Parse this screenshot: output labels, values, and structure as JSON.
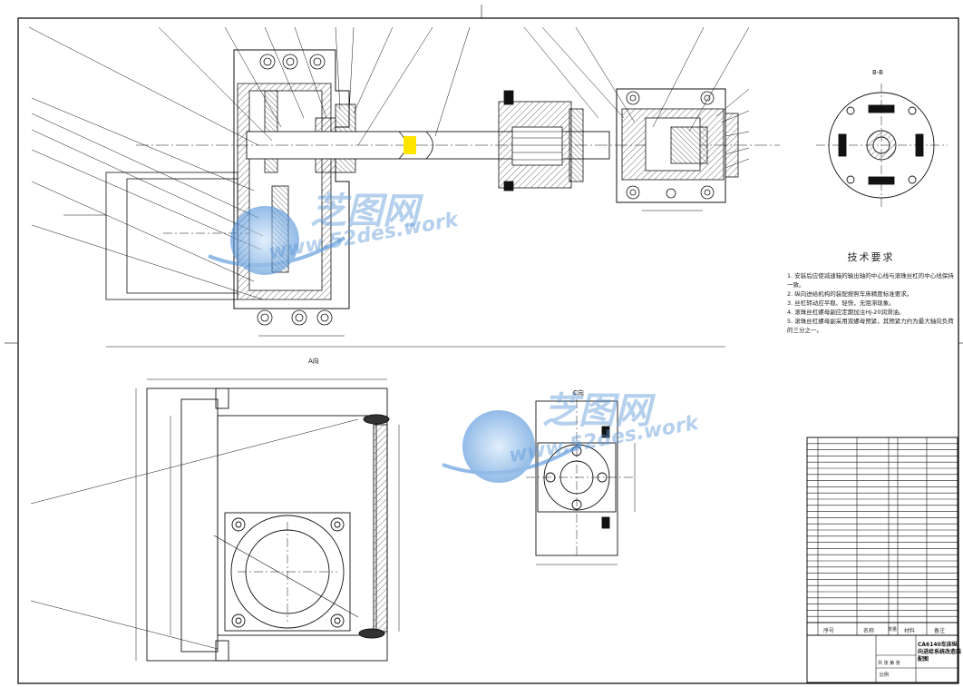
{
  "technical_requirements": {
    "title": "技术要求",
    "items": [
      "1. 安装后应使减速箱的输出轴的中心线与滚珠丝杠的中心线保持一致。",
      "2. 纵向进给机构的装配按照车床精度标准要求。",
      "3. 丝杠转动应平稳、轻快，无阻滞现象。",
      "4. 滚珠丝杠螺母副应定期加注HJ-20润滑油。",
      "5. 滚珠丝杠螺母副采用双螺母预紧，其预紧力约为最大轴向负荷的三分之一。"
    ]
  },
  "views": {
    "view_a": "A向",
    "view_c": "C向",
    "view_b": "B-B"
  },
  "bom_header": {
    "seq": "序号",
    "name": "名称",
    "qty": "数量",
    "material": "材料",
    "remark": "备注"
  },
  "title_block": {
    "drawing_name": "CA6140车床纵向进给系统改造装配图",
    "prepared": "共 张 第 张",
    "scale_label": "比例"
  },
  "watermark": {
    "brand": "芝图网",
    "url": "www.52des.work"
  }
}
